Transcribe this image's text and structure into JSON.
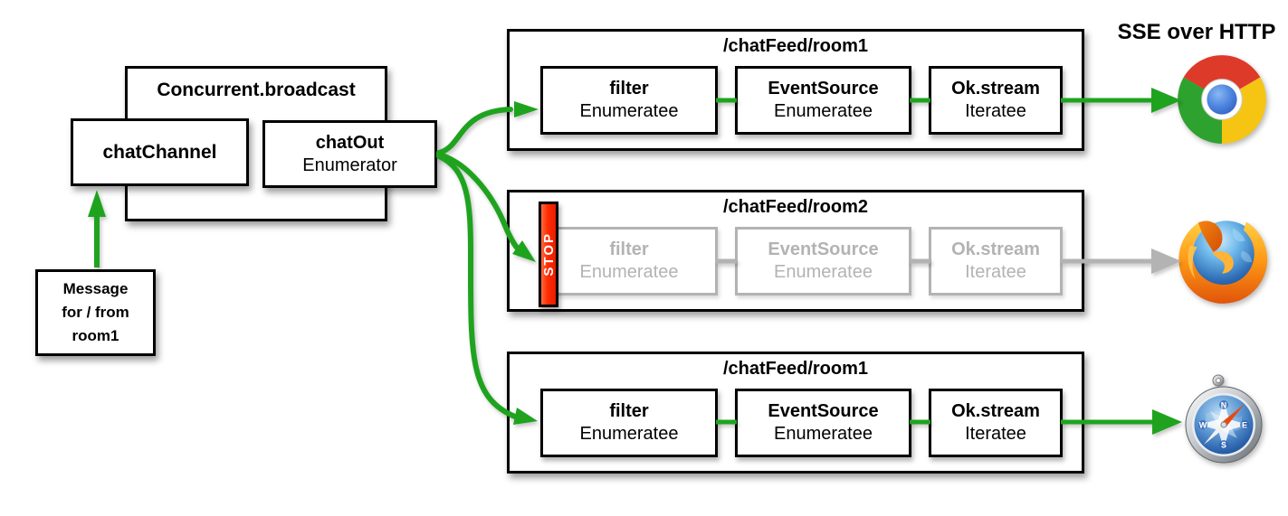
{
  "sse_label": "SSE over HTTP",
  "colors": {
    "active_green": "#1FA31F",
    "inactive_gray": "#B3B3B3",
    "stop_red": "#FF2B00"
  },
  "broadcast": {
    "title": "Concurrent.broadcast",
    "channel": "chatChannel",
    "out_name": "chatOut",
    "out_type": "Enumerator"
  },
  "message": {
    "line1": "Message",
    "line2": "for / from",
    "line3": "room1"
  },
  "pipelines": [
    {
      "title": "/chatFeed/room1",
      "state": "active",
      "browser": "Chrome",
      "stages": [
        {
          "name": "filter",
          "type": "Enumeratee"
        },
        {
          "name": "EventSource",
          "type": "Enumeratee"
        },
        {
          "name": "Ok.stream",
          "type": "Iteratee"
        }
      ]
    },
    {
      "title": "/chatFeed/room2",
      "state": "stopped",
      "stop_label": "STOP",
      "browser": "Firefox",
      "stages": [
        {
          "name": "filter",
          "type": "Enumeratee"
        },
        {
          "name": "EventSource",
          "type": "Enumeratee"
        },
        {
          "name": "Ok.stream",
          "type": "Iteratee"
        }
      ]
    },
    {
      "title": "/chatFeed/room1",
      "state": "active",
      "browser": "Safari",
      "stages": [
        {
          "name": "filter",
          "type": "Enumeratee"
        },
        {
          "name": "EventSource",
          "type": "Enumeratee"
        },
        {
          "name": "Ok.stream",
          "type": "Iteratee"
        }
      ]
    }
  ]
}
